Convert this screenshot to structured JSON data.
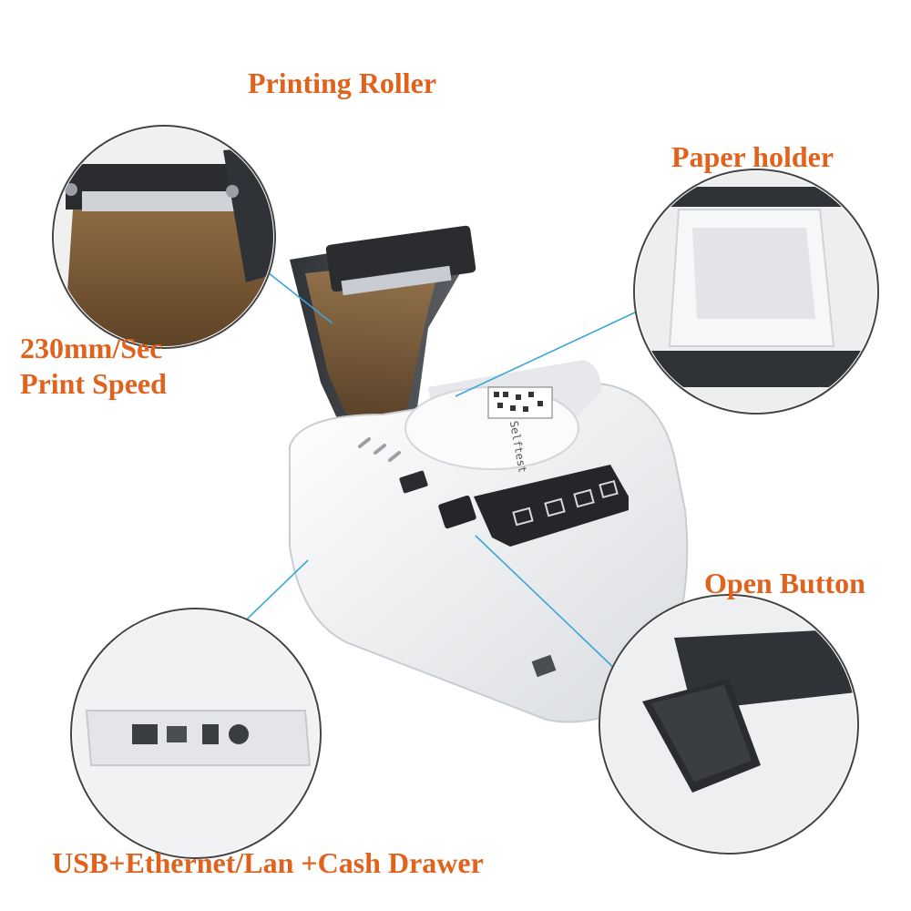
{
  "labels": {
    "printing_roller": "Printing Roller",
    "paper_holder": "Paper holder",
    "print_speed_line1": "230mm/Sec",
    "print_speed_line2": "Print Speed",
    "open_button": "Open Button",
    "ports": "USB+Ethernet/Lan +Cash Drawer"
  },
  "colors": {
    "label_orange": "#e0621c",
    "leader_line": "#3aa6d6",
    "printer_body": "#f3f4f6",
    "printer_dark": "#3a3d42",
    "window_amber": "#8b6a45"
  },
  "sample_receipt_text": "Selftest"
}
